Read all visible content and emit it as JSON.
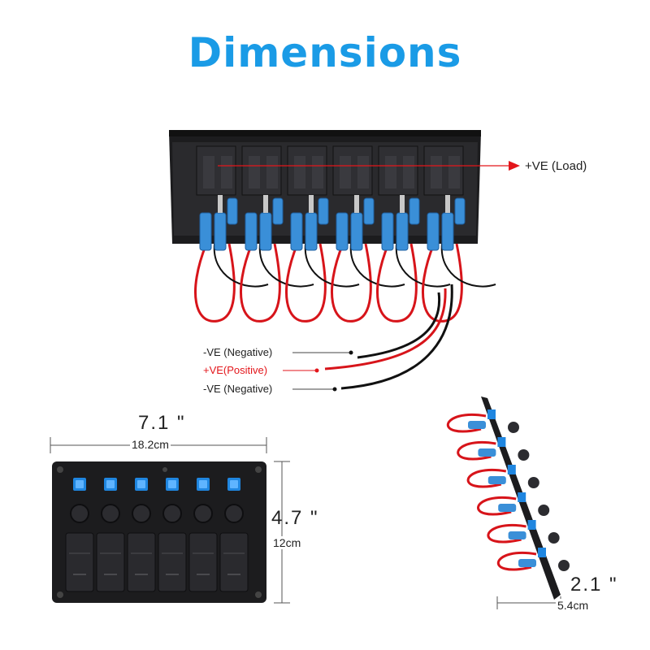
{
  "title": "Dimensions",
  "labels": {
    "load": "+VE  (Load)",
    "neg_top": "-VE  (Negative)",
    "positive": "+VE(Positive)",
    "neg_bottom": "-VE  (Negative)"
  },
  "dimensions": {
    "width_in": "7.1 \"",
    "width_cm": "18.2cm",
    "height_in": "4.7 \"",
    "height_cm": "12cm",
    "depth_in": "2.1 \"",
    "depth_cm": "5.4cm"
  },
  "colors": {
    "title": "#1a9be6",
    "annotation_red": "#e3161b",
    "wire_red": "#d7141a",
    "connector_blue": "#3a8fd8",
    "panel": "#1c1c1e"
  },
  "switch_count": 6
}
